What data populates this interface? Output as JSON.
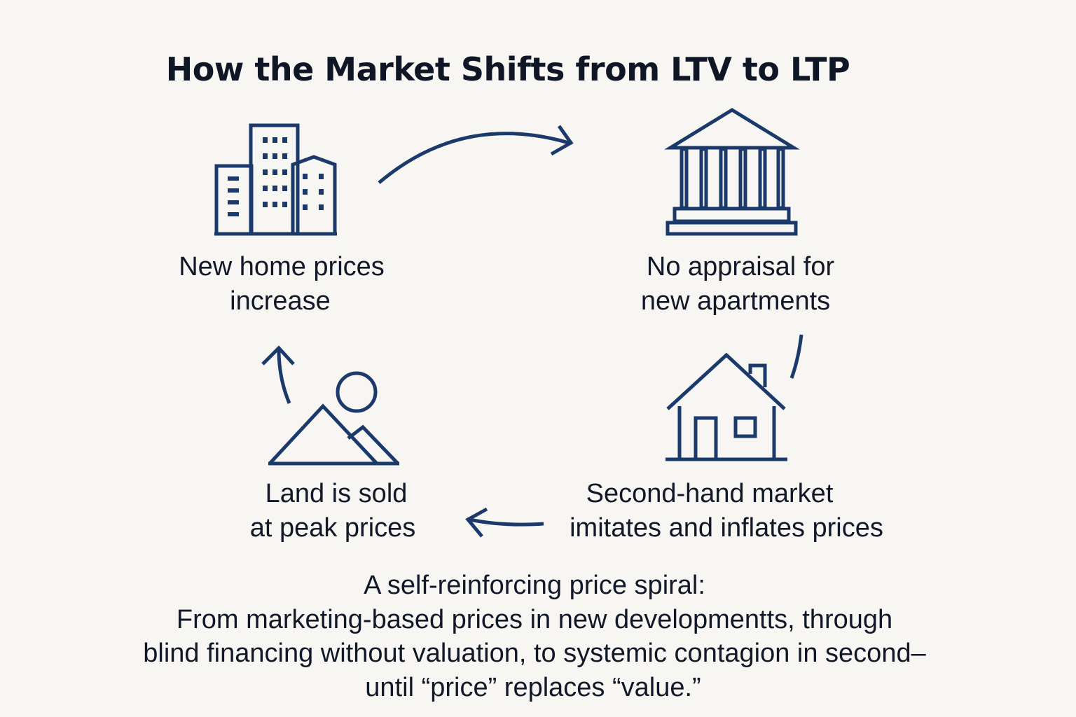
{
  "title": "How the Market Shifts from LTV to LTP",
  "nodes": {
    "new_home": {
      "icon": "city-buildings-icon",
      "line1": "New home prices",
      "line2": "increase"
    },
    "no_appraisal": {
      "icon": "bank-building-icon",
      "line1": "No appraisal for",
      "line2": "new apartments"
    },
    "second_hand": {
      "icon": "house-icon",
      "line1": "Second-hand market",
      "line2": "imitates and inflates prices"
    },
    "land": {
      "icon": "mountain-sun-icon",
      "line1": "Land is sold",
      "line2": "at peak prices"
    }
  },
  "caption": {
    "heading": "A self-reinforcing price spiral:",
    "line1": "From marketing-based prices in new developmentts, through",
    "line2": "blind financing without valuation, to systemic contagion in second–",
    "line3": "until “price” replaces “value.”"
  },
  "colors": {
    "icon_stroke": "#1b3a6b",
    "background": "#f8f6f2",
    "text": "#111827"
  }
}
